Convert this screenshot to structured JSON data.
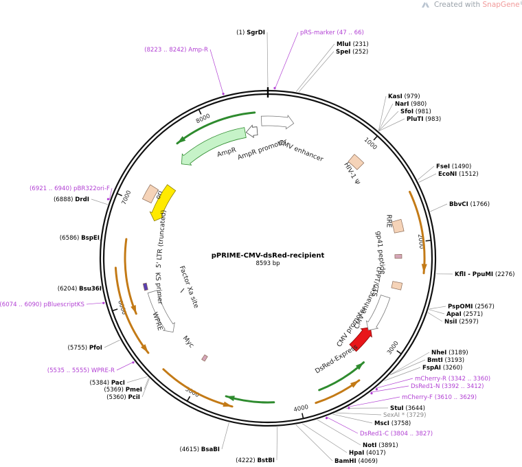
{
  "watermark": {
    "prefix": "Created with ",
    "brand": "SnapGene",
    "mark": "®"
  },
  "plasmid": {
    "name": "pPRIME-CMV-dsRed-recipient",
    "size": "8593 bp"
  },
  "colors": {
    "backbone": "#111111",
    "feature_label": "#222222",
    "primer": "#b13fd3",
    "amp": "#2e8b2e",
    "orange": "#c37a16",
    "ori": "#ffea00",
    "dsred": "#e8161a",
    "misc": "#f5d3b8"
  },
  "ticks": [
    {
      "label": "1000",
      "bp": 1000
    },
    {
      "label": "2000",
      "bp": 2000
    },
    {
      "label": "3000",
      "bp": 3000
    },
    {
      "label": "4000",
      "bp": 4000
    },
    {
      "label": "5000",
      "bp": 5000
    },
    {
      "label": "6000",
      "bp": 6000
    },
    {
      "label": "7000",
      "bp": 7000
    },
    {
      "label": "8000",
      "bp": 8000
    }
  ],
  "sites": [
    {
      "name": "SgrDI",
      "pos": "(1)",
      "bp": 1
    },
    {
      "name": "MluI",
      "pos": "(231)",
      "bp": 231
    },
    {
      "name": "SpeI",
      "pos": "(252)",
      "bp": 252
    },
    {
      "name": "KasI",
      "pos": "(979)",
      "bp": 979
    },
    {
      "name": "NarI",
      "pos": "(980)",
      "bp": 980
    },
    {
      "name": "SfoI",
      "pos": "(981)",
      "bp": 981
    },
    {
      "name": "PluTI",
      "pos": "(983)",
      "bp": 983
    },
    {
      "name": "FseI",
      "pos": "(1490)",
      "bp": 1490
    },
    {
      "name": "EcoNI",
      "pos": "(1512)",
      "bp": 1512
    },
    {
      "name": "BbvCI",
      "pos": "(1766)",
      "bp": 1766
    },
    {
      "name": "KflI  - PpuMI",
      "pos": "(2276)",
      "bp": 2276
    },
    {
      "name": "PspOMI",
      "pos": "(2567)",
      "bp": 2567
    },
    {
      "name": "ApaI",
      "pos": "(2571)",
      "bp": 2571
    },
    {
      "name": "NsiI",
      "pos": "(2597)",
      "bp": 2597
    },
    {
      "name": "NheI",
      "pos": "(3189)",
      "bp": 3189
    },
    {
      "name": "BmtI",
      "pos": "(3193)",
      "bp": 3193
    },
    {
      "name": "FspAI",
      "pos": "(3260)",
      "bp": 3260
    },
    {
      "name": "StuI",
      "pos": "(3644)",
      "bp": 3644
    },
    {
      "name": "SexAI *",
      "pos": "(3729)",
      "bp": 3729,
      "grey": true
    },
    {
      "name": "MscI",
      "pos": "(3758)",
      "bp": 3758
    },
    {
      "name": "NotI",
      "pos": "(3891)",
      "bp": 3891
    },
    {
      "name": "HpaI",
      "pos": "(4017)",
      "bp": 4017
    },
    {
      "name": "BamHI",
      "pos": "(4069)",
      "bp": 4069
    },
    {
      "name": "BstBI",
      "pos": "(4222)",
      "bp": 4222
    },
    {
      "name": "BsaBI",
      "pos": "(4615)",
      "bp": 4615
    },
    {
      "name": "PciI",
      "pos": "(5360)",
      "bp": 5360
    },
    {
      "name": "PmeI",
      "pos": "(5369)",
      "bp": 5369
    },
    {
      "name": "PacI",
      "pos": "(5384)",
      "bp": 5384
    },
    {
      "name": "PfoI",
      "pos": "(5755)",
      "bp": 5755
    },
    {
      "name": "Bsu36I",
      "pos": "(6204)",
      "bp": 6204
    },
    {
      "name": "BspEI",
      "pos": "(6586)",
      "bp": 6586
    },
    {
      "name": "DrdI",
      "pos": "(6888)",
      "bp": 6888
    }
  ],
  "primers": [
    {
      "name": "pRS-marker",
      "range": "(47 .. 66)",
      "bp": 56
    },
    {
      "name": "Amp-R",
      "range": "(8223 .. 8242)",
      "bp": 8232
    },
    {
      "name": "pBR322ori-F",
      "range": "(6921 .. 6940)",
      "bp": 6930
    },
    {
      "name": "pBluescriptKS",
      "range": "(6074 .. 6090)",
      "bp": 6082
    },
    {
      "name": "WPRE-R",
      "range": "(5535 .. 5555)",
      "bp": 5545
    },
    {
      "name": "mCherry-R",
      "range": "(3342 .. 3360)",
      "bp": 3350
    },
    {
      "name": "DsRed1-N",
      "range": "(3392 .. 3412)",
      "bp": 3402
    },
    {
      "name": "mCherry-F",
      "range": "(3610 .. 3629)",
      "bp": 3620
    },
    {
      "name": "DsRed1-C",
      "range": "(3804 .. 3827)",
      "bp": 3816
    }
  ],
  "features": [
    {
      "name": "AmpR promoter",
      "label": "AmpR promoter"
    },
    {
      "name": "AmpR",
      "label": "AmpR"
    },
    {
      "name": "CMV enhancer",
      "label": "CMV enhancer"
    },
    {
      "name": "HIV-1 Ψ",
      "label": "HIV-1 Ψ"
    },
    {
      "name": "ori",
      "label": "ori"
    },
    {
      "name": "5' LTR (truncated)",
      "label": "5' LTR (truncated)"
    },
    {
      "name": "RRE",
      "label": "RRE"
    },
    {
      "name": "gp41 peptide",
      "label": "gp41 peptide"
    },
    {
      "name": "cPPT/CTS",
      "label": "cPPT/CTS"
    },
    {
      "name": "CMV enhancer 2",
      "label": "CMV enhancer"
    },
    {
      "name": "CMV promoter",
      "label": "CMV promoter"
    },
    {
      "name": "DsRed-Express",
      "label": "DsRed-Express"
    },
    {
      "name": "KS primer",
      "label": "KS primer"
    },
    {
      "name": "Factor Xa site",
      "label": "Factor Xa site"
    },
    {
      "name": "WPRE",
      "label": "WPRE"
    },
    {
      "name": "Myc",
      "label": "Myc"
    }
  ]
}
